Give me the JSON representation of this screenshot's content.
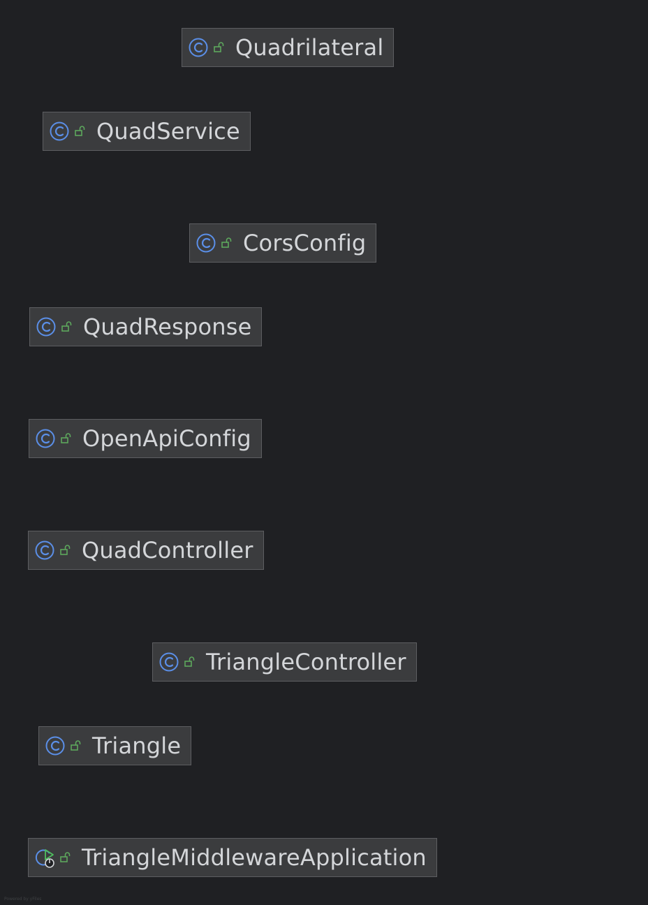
{
  "diagram": {
    "classes": [
      {
        "name": "Quadrilateral",
        "icon": "class-icon",
        "access": "public-lock-icon"
      },
      {
        "name": "QuadService",
        "icon": "class-icon",
        "access": "public-lock-icon"
      },
      {
        "name": "CorsConfig",
        "icon": "class-icon",
        "access": "public-lock-icon"
      },
      {
        "name": "QuadResponse",
        "icon": "class-icon",
        "access": "public-lock-icon"
      },
      {
        "name": "OpenApiConfig",
        "icon": "class-icon",
        "access": "public-lock-icon"
      },
      {
        "name": "QuadController",
        "icon": "class-icon",
        "access": "public-lock-icon"
      },
      {
        "name": "TriangleController",
        "icon": "class-icon",
        "access": "public-lock-icon"
      },
      {
        "name": "Triangle",
        "icon": "class-icon",
        "access": "public-lock-icon"
      },
      {
        "name": "TriangleMiddlewareApplication",
        "icon": "spring-boot-application-icon",
        "access": "public-lock-icon"
      }
    ],
    "footer": "Powered by yFiles"
  },
  "colors": {
    "background": "#1f2023",
    "node_fill": "#3b3c3e",
    "node_border": "#5d5e61",
    "class_icon_blue": "#5b8fe8",
    "lock_green": "#5da85d",
    "run_green": "#4fbf5f",
    "text": "#d4d6d9"
  }
}
